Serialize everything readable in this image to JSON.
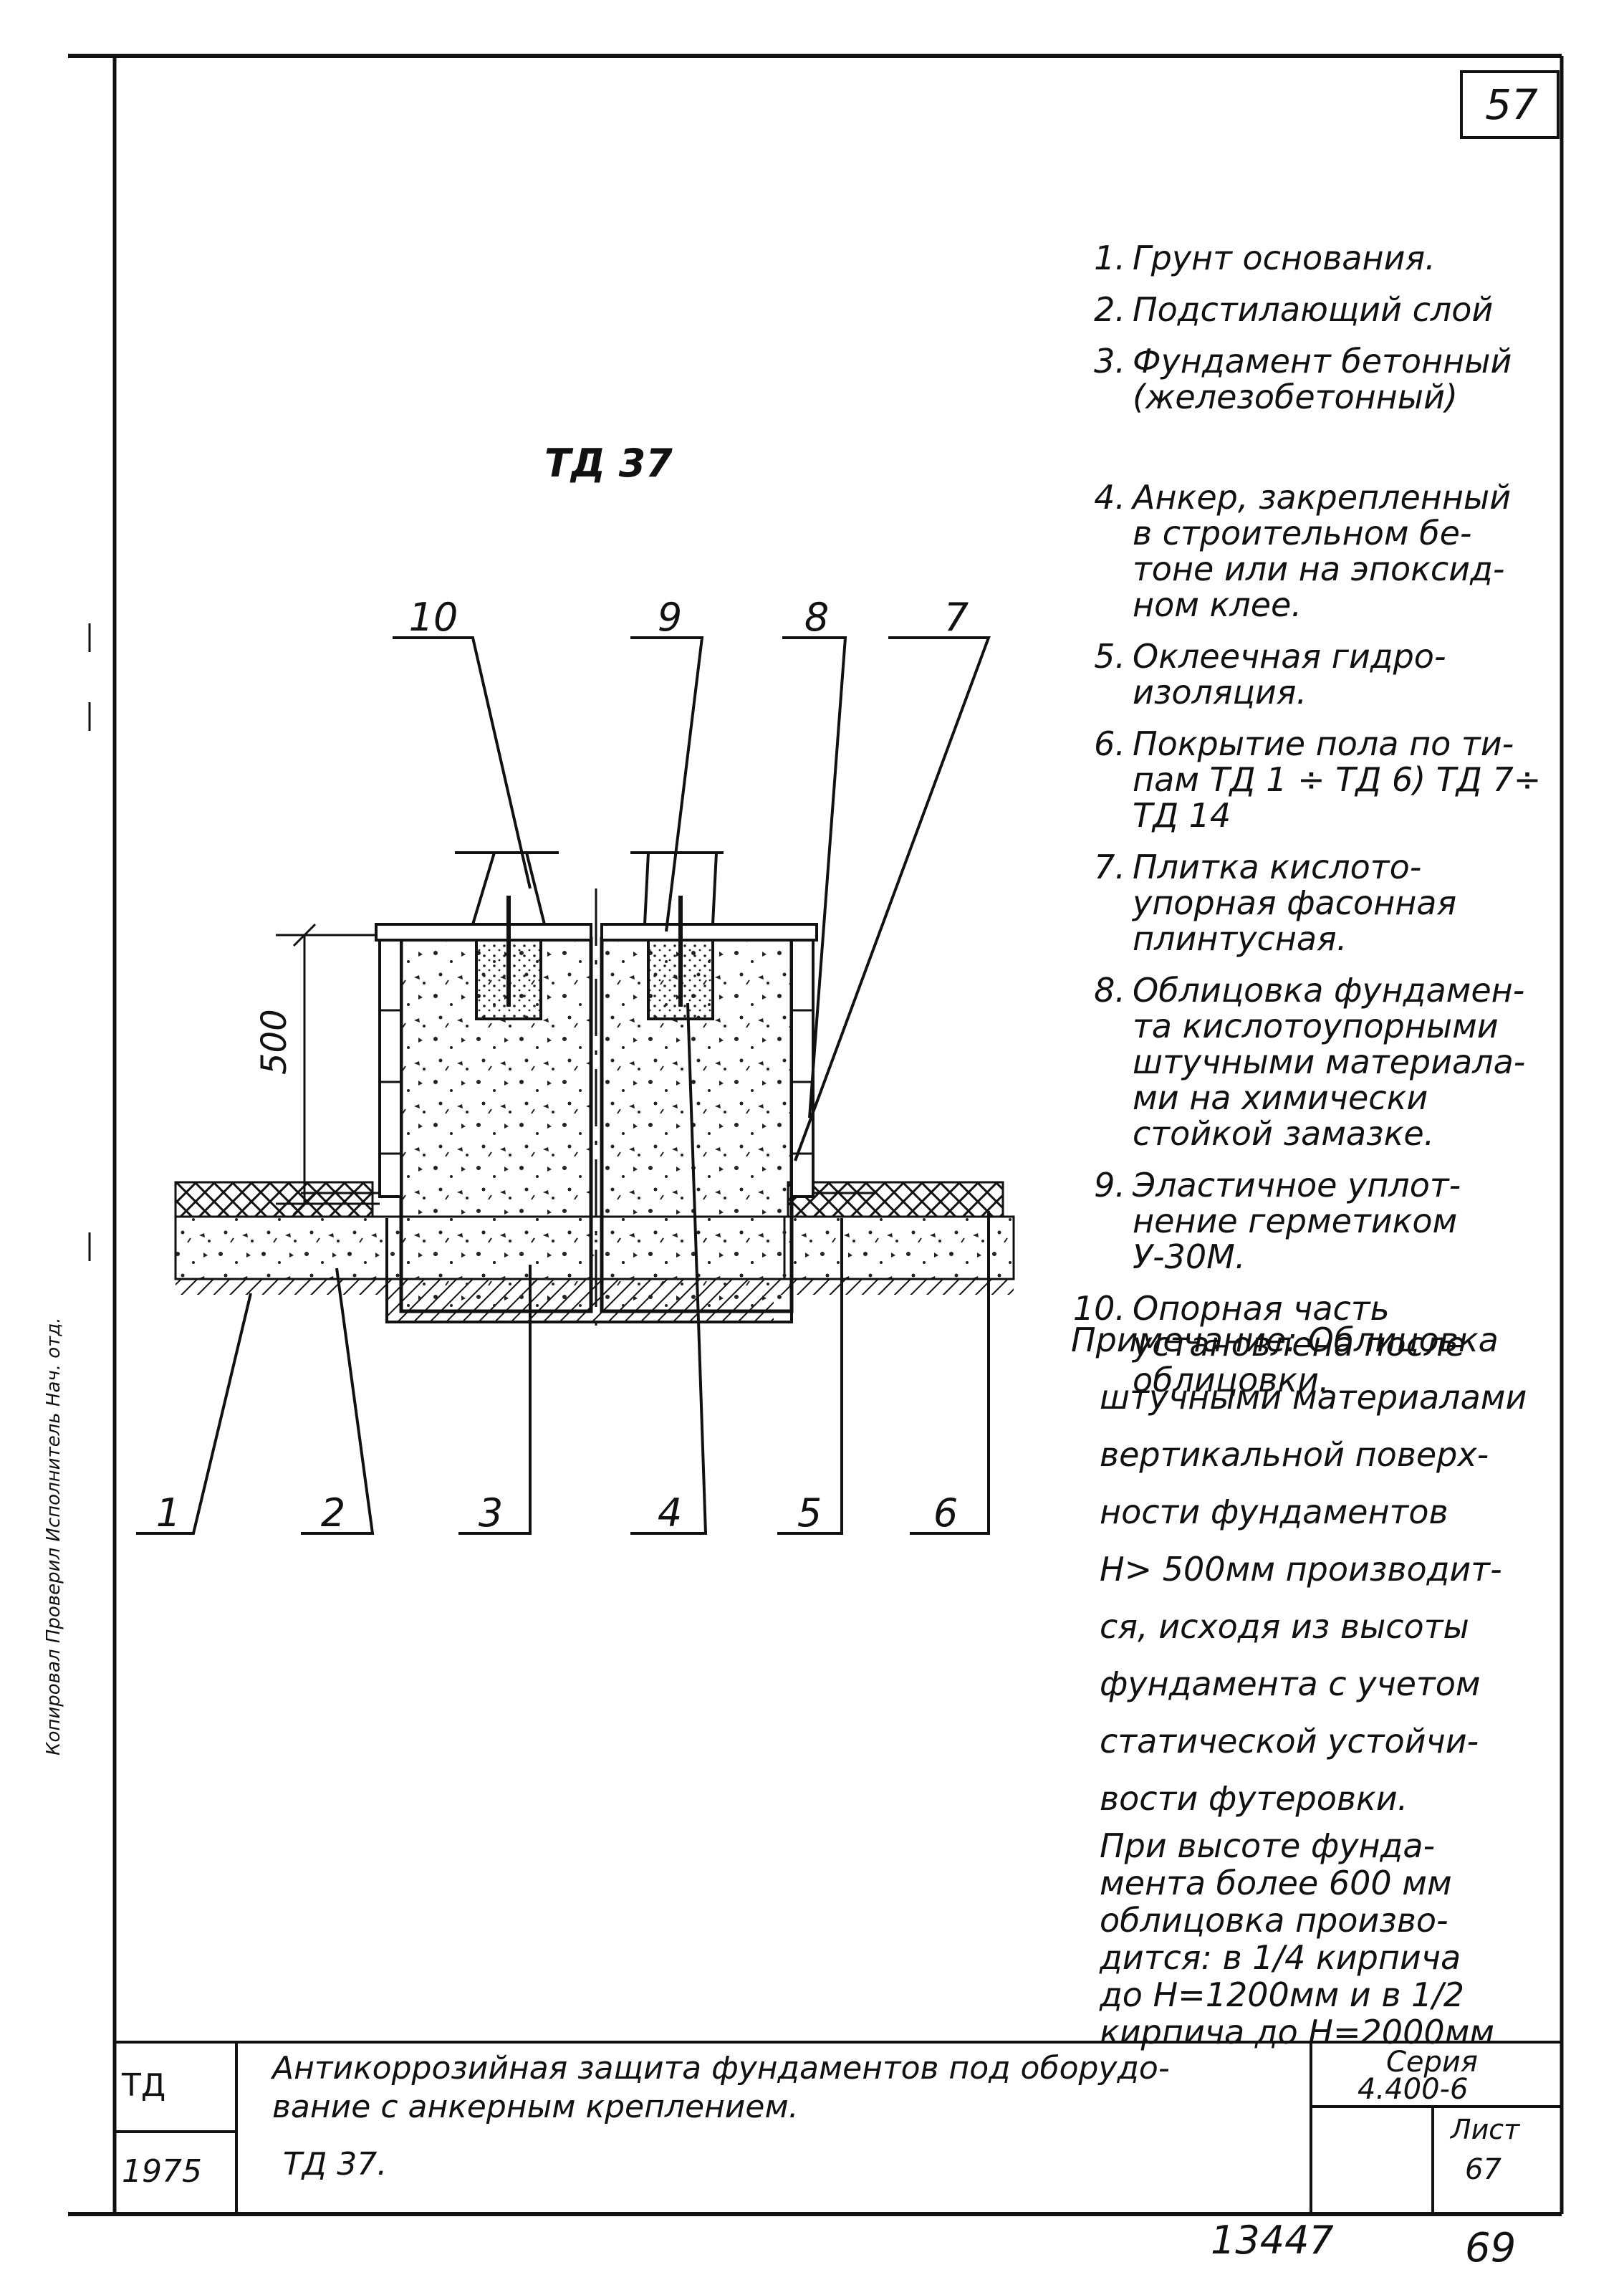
{
  "sheet": {
    "page_number_top": "57",
    "drawing_title": "ТД 37",
    "side_stamp": "Копировал  Проверил  Исполнитель  Нач. отд.",
    "bottom_inventory": "13447",
    "bottom_page": "69"
  },
  "callouts": [
    "1",
    "2",
    "3",
    "4",
    "5",
    "6",
    "7",
    "8",
    "9",
    "10"
  ],
  "dimension": "500",
  "legend": [
    {
      "num": "1.",
      "text": "Грунт основания."
    },
    {
      "num": "2.",
      "text": "Подстилающий слой"
    },
    {
      "num": "3.",
      "text": "Фундамент бетонный\n(железобетонный)"
    },
    {
      "num": "4.",
      "text": "Анкер, закрепленный\nв строительном бе-\nтоне или на эпоксид-\nном клее."
    },
    {
      "num": "5.",
      "text": "Оклеечная гидро-\nизоляция."
    },
    {
      "num": "6.",
      "text": "Покрытие пола по ти-\nпам ТД 1 ÷ ТД 6) ТД 7÷ ТД 14"
    },
    {
      "num": "7.",
      "text": "Плитка кислото-\nупорная фасонная\nплинтусная."
    },
    {
      "num": "8.",
      "text": "Облицовка фундамен-\nта кислотоупорными\nштучными материала-\nми на химически\nстойкой замазке."
    },
    {
      "num": "9.",
      "text": "Эластичное уплот-\nнение герметиком\nУ-30М."
    },
    {
      "num": "10.",
      "text": "Опорная часть\nустановлена после\nоблицовки."
    }
  ],
  "note": {
    "head": "Примечание: Облицовка",
    "body1": "штучными материалами\nвертикальной поверх-\nности фундаментов\nН> 500мм производит-\nся, исходя из высоты\nфундамента с учетом\nстатической устойчи-\nвости футеровки.",
    "body2": "При высоте фунда-\nмента более 600 мм\nоблицовка произво-\nдится: в 1/4 кирпича\nдо Н=1200мм и в 1/2\nкирпича до Н=2000мм"
  },
  "title_block": {
    "code": "ТД",
    "year": "1975",
    "title": "Антикоррозийная защита фундаментов под оборудо-\nвание с анкерным креплением.",
    "subtitle": "ТД 37.",
    "series_label": "Серия",
    "series_value": "4.400-6",
    "sheet_label": "Лист",
    "sheet_value": "67"
  }
}
